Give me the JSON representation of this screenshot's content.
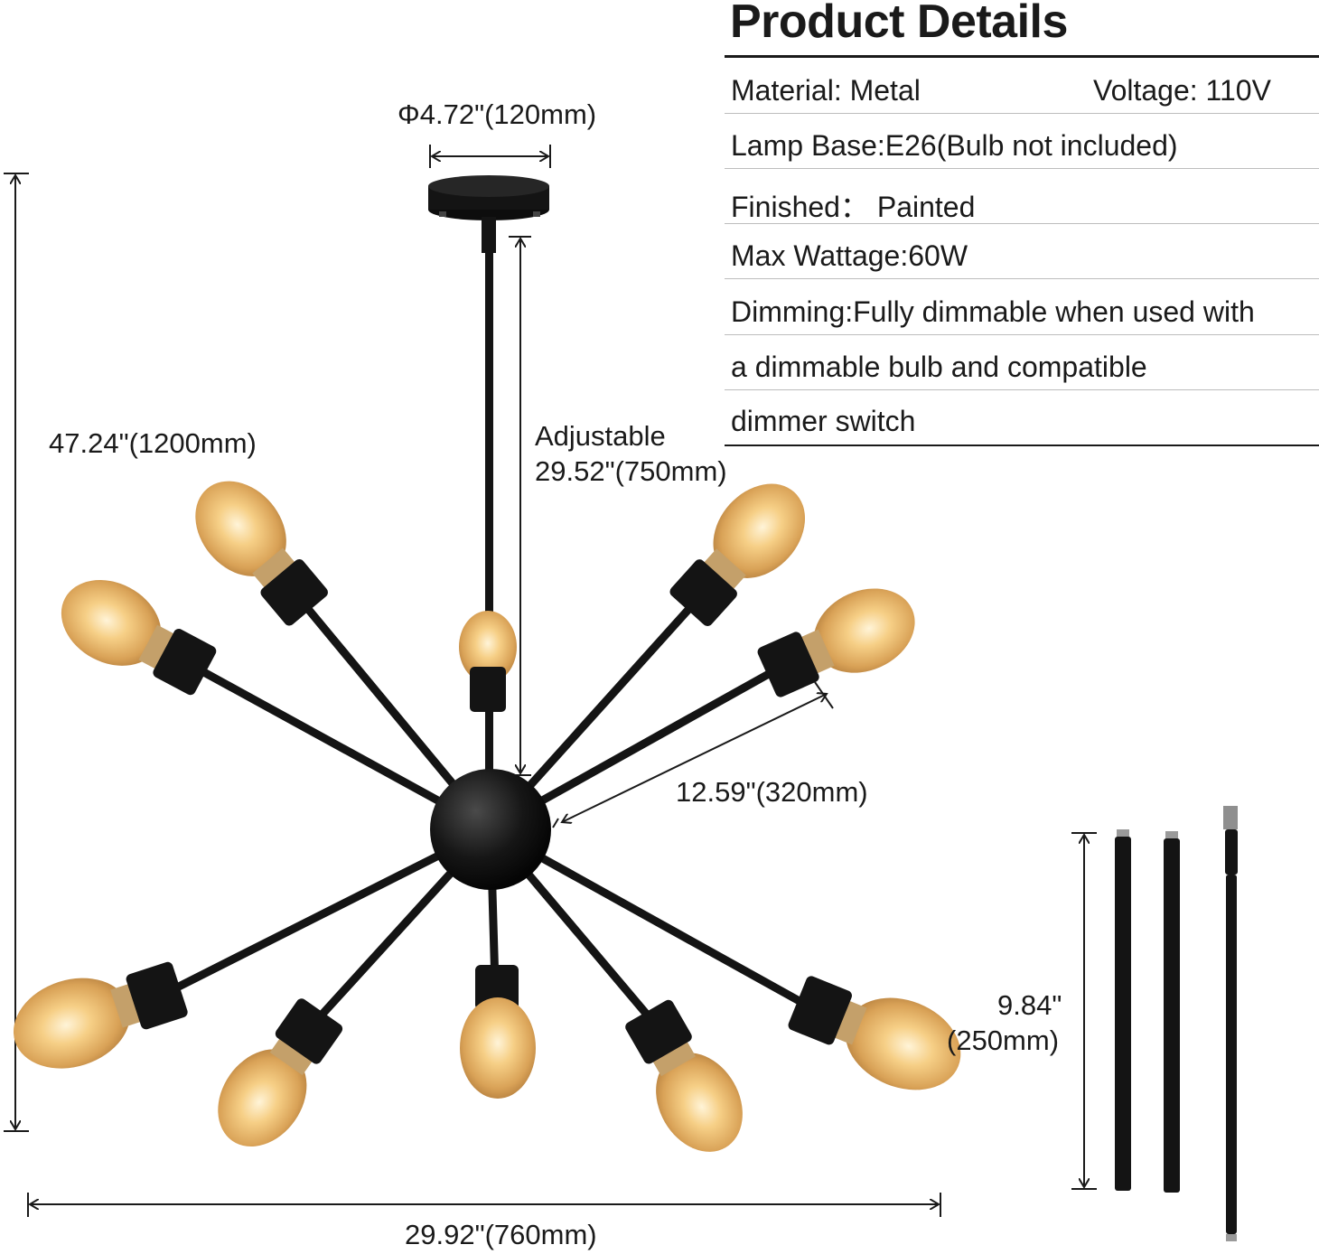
{
  "product_details": {
    "title": "Product Details",
    "rows": [
      {
        "label": "Material: Metal",
        "right": "Voltage: 110V"
      },
      {
        "label": "Lamp Base:E26(Bulb not included)"
      },
      {
        "label": "Finished： Painted"
      },
      {
        "label": "Max Wattage:60W"
      },
      {
        "label": "Dimming:Fully dimmable when used with"
      },
      {
        "label": "a dimmable bulb and compatible"
      },
      {
        "label": "dimmer switch"
      }
    ]
  },
  "dimensions": {
    "canopy": "Φ4.72\"(120mm)",
    "height": "47.24\"(1200mm)",
    "adjustable_line1": "Adjustable",
    "adjustable_line2": "29.52\"(750mm)",
    "arm": "12.59\"(320mm)",
    "width": "29.92\"(760mm)",
    "rod_line1": "9.84\"",
    "rod_line2": "(250mm)"
  },
  "colors": {
    "metal": "#141414",
    "bulb_glass": "#e9b76a",
    "bulb_glow": "#fff3d6",
    "line": "#1a1a1a"
  }
}
